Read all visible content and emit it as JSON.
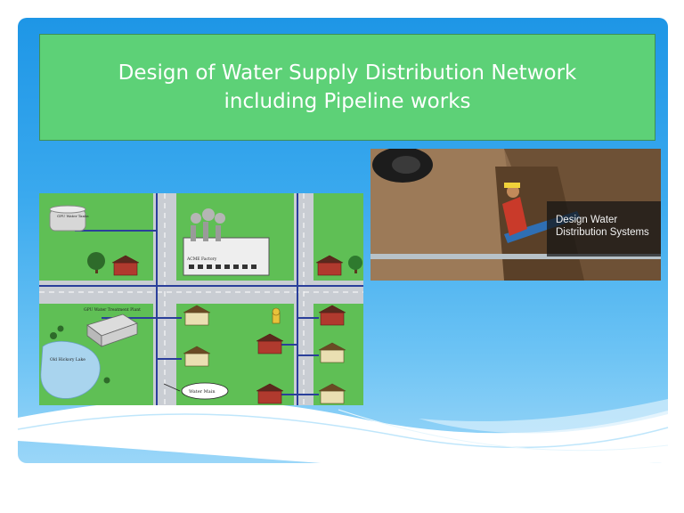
{
  "slide": {
    "title": "Design of Water Supply Distribution Network including Pipeline works"
  },
  "map": {
    "labels": {
      "water_tank": "GPU Water Tanks",
      "factory": "ACME Factory",
      "treatment_plant": "GPU Water Treatment Plant",
      "lake": "Old Hickory Lake",
      "water_main": "Water Main"
    }
  },
  "photo": {
    "caption": "Design Water Distribution Systems"
  },
  "colors": {
    "title_fill": "#5dd177",
    "background_top": "#1e96e6",
    "grass": "#5fbf55",
    "road": "#c9cdd3",
    "pipe": "#2a3f9a"
  }
}
